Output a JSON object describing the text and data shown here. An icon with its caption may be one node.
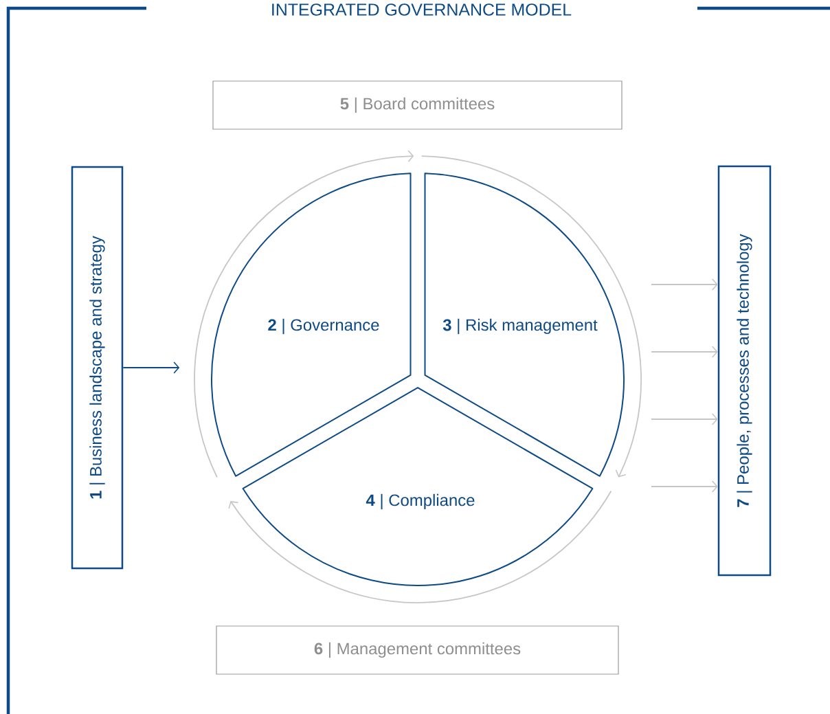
{
  "diagram": {
    "title": "INTEGRATED GOVERNANCE MODEL",
    "nodes": [
      {
        "text": [
          "**1** | Business landscape and strategy"
        ]
      },
      {
        "text": [
          "**2** | Governance"
        ]
      },
      {
        "text": [
          "**3** | Risk management"
        ]
      },
      {
        "text": [
          "**4** | Compliance"
        ]
      },
      {
        "text": [
          "**5** | Board committees"
        ]
      },
      {
        "text": [
          "**6** | Management committees"
        ]
      },
      {
        "text": [
          "**7** | People, processes and technology"
        ]
      }
    ],
    "edges": [
      {
        "from": 0,
        "to": null,
        "arrow": "to",
        "color": "#0d4a86"
      },
      {
        "from": null,
        "to": 6,
        "arrow": "to"
      },
      {
        "from": null,
        "to": 6,
        "arrow": "to"
      },
      {
        "from": null,
        "to": 6,
        "arrow": "to"
      },
      {
        "from": null,
        "to": 6,
        "arrow": "to"
      }
    ]
  }
}
